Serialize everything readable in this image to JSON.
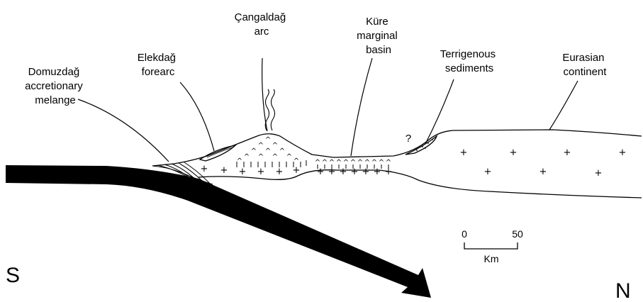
{
  "labels": {
    "domuzdag": [
      "Domuzdağ",
      "accretionary",
      "melange"
    ],
    "elekdag": [
      "Elekdağ",
      "forearc"
    ],
    "cangaldag": [
      "Çangaldağ",
      "arc"
    ],
    "kure": [
      "Küre",
      "marginal",
      "basin"
    ],
    "terrigenous": [
      "Terrigenous",
      "sediments"
    ],
    "eurasian": [
      "Eurasian",
      "continent"
    ]
  },
  "question_mark": "?",
  "directions": {
    "south": "S",
    "north": "N"
  },
  "scale_bar": {
    "start": "0",
    "end": "50",
    "unit": "Km"
  }
}
